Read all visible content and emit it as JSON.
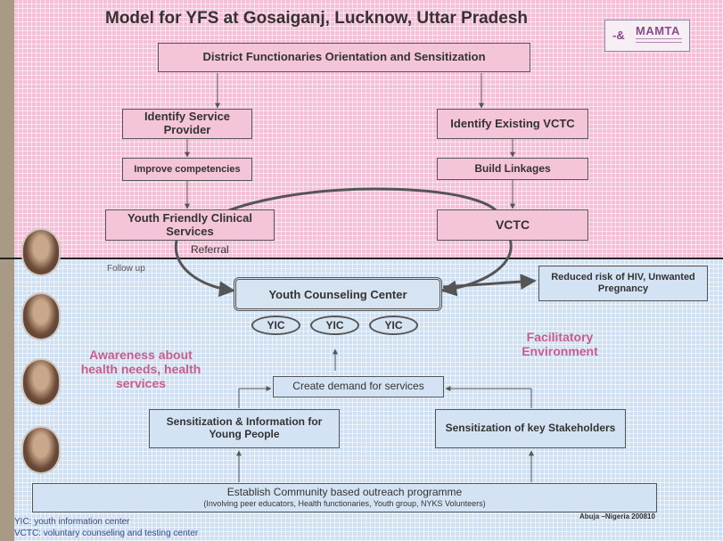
{
  "title": "Model for YFS at Gosaiganj, Lucknow, Uttar Pradesh",
  "logo": {
    "mark": "-&",
    "text": "MAMTA"
  },
  "boxes": {
    "district": "District Functionaries Orientation and Sensitization",
    "identify_provider": "Identify Service Provider",
    "improve": "Improve competencies",
    "yfcs": "Youth Friendly Clinical Services",
    "identify_vctc": "Identify Existing VCTC",
    "build": "Build Linkages",
    "vctc": "VCTC",
    "ycc": "Youth Counseling Center",
    "reduced": "Reduced risk of HIV, Unwanted Pregnancy",
    "create_demand": "Create demand for services",
    "sens_young": "Sensitization & Information for Young People",
    "sens_key": "Sensitization of key Stakeholders",
    "establish": "Establish Community based outreach programme",
    "establish_sub": "(Involving peer educators, Health functionaries, Youth group, NYKS Volunteers)"
  },
  "yic": [
    "YIC",
    "YIC",
    "YIC"
  ],
  "labels": {
    "referral": "Referral",
    "follow_up": "Follow up",
    "awareness": "Awareness about health needs, health services",
    "facilitatory": "Facilitatory Environment"
  },
  "footer": {
    "yic_note": "YIC: youth information center",
    "vctc_note": "VCTC: voluntary counseling and testing center",
    "location": "Abuja –Nigeria 200810"
  },
  "colors": {
    "top_bg": "#f6bfd8",
    "bottom_bg": "#cfe0f3",
    "accent_pink": "#c95c8c"
  }
}
